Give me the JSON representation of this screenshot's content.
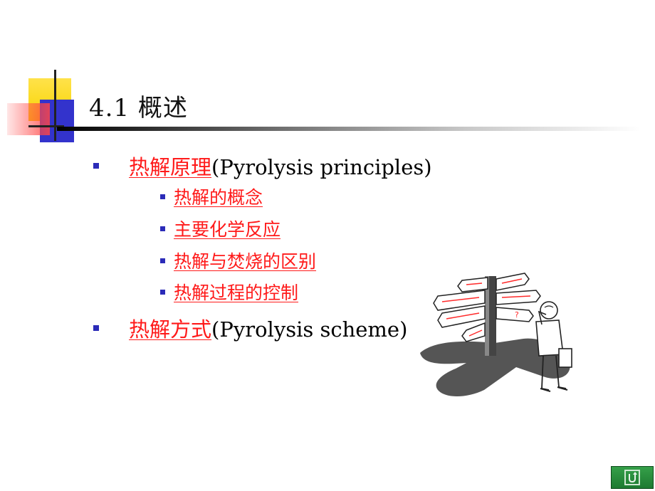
{
  "slide": {
    "title": "4.1  概述",
    "items": [
      {
        "level": 1,
        "link_text": "热解原理",
        "suffix": "(Pyrolysis principles)"
      },
      {
        "level": 2,
        "link_text": "热解的概念"
      },
      {
        "level": 2,
        "link_text": "主要化学反应"
      },
      {
        "level": 2,
        "link_text": "热解与焚烧的区别"
      },
      {
        "level": 2,
        "link_text": "热解过程的控制"
      },
      {
        "level": 1,
        "link_text": "热解方式",
        "suffix": "(Pyrolysis scheme)"
      }
    ],
    "clipart_label": "?"
  },
  "icons": {
    "clipart": "signpost-confused-man-icon",
    "nav_button": "return-arrow-icon"
  },
  "colors": {
    "link": "#ff1a1a",
    "bullet": "#2b2bb8",
    "accent_yellow": "#f7d400",
    "accent_blue": "#3333cc",
    "accent_red": "#ff4a4a",
    "nav_green": "#1d7a31"
  }
}
